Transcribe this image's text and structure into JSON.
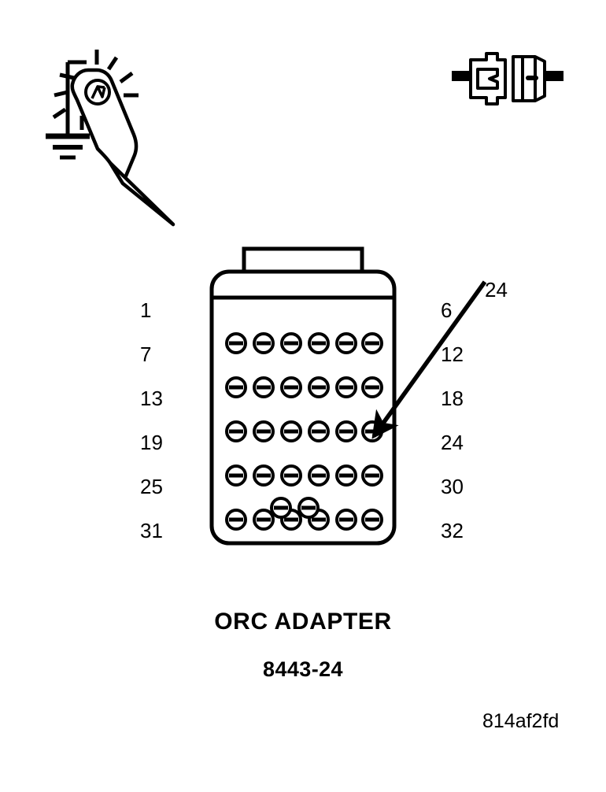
{
  "figure": {
    "title": "ORC ADAPTER",
    "part_number": "8443-24",
    "figure_code": "814af2fd",
    "line_color": "#000000",
    "background_color": "#ffffff"
  },
  "tools": {
    "test_light": {
      "icon_name": "test-light-probe-icon",
      "ground_symbol_name": "chassis-ground-icon"
    },
    "connector_disconnect": {
      "icon_name": "disconnected-connector-icon"
    }
  },
  "connector": {
    "name": "ORC ADAPTER",
    "total_pins": 32,
    "rows": 6,
    "columns": 6,
    "row_layout": [
      6,
      6,
      6,
      6,
      6,
      2
    ],
    "last_row_offset_columns": 2,
    "pin_symbol": "circle-with-dash",
    "left_row_labels": [
      "1",
      "7",
      "13",
      "19",
      "25",
      "31"
    ],
    "right_row_labels": [
      "6",
      "12",
      "18",
      "24",
      "30",
      "32"
    ]
  },
  "callout": {
    "label": "24",
    "target_pin": "24",
    "target_row_index": 3,
    "target_column_index": 5,
    "arrow_name": "callout-arrow-to-pin-24"
  }
}
